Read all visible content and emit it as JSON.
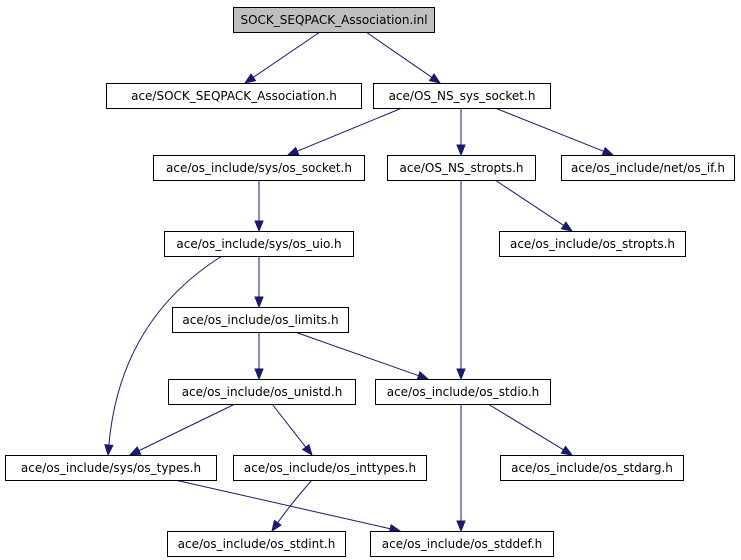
{
  "graph": {
    "nodes": [
      {
        "id": "root",
        "label": "SOCK_SEQPACK_Association.inl",
        "root": true
      },
      {
        "id": "assoc_h",
        "label": "ace/SOCK_SEQPACK_Association.h"
      },
      {
        "id": "os_ns_sys_socket",
        "label": "ace/OS_NS_sys_socket.h"
      },
      {
        "id": "sys_os_socket",
        "label": "ace/os_include/sys/os_socket.h"
      },
      {
        "id": "os_ns_stropts",
        "label": "ace/OS_NS_stropts.h"
      },
      {
        "id": "net_os_if",
        "label": "ace/os_include/net/os_if.h"
      },
      {
        "id": "sys_os_uio",
        "label": "ace/os_include/sys/os_uio.h"
      },
      {
        "id": "os_stropts",
        "label": "ace/os_include/os_stropts.h"
      },
      {
        "id": "os_limits",
        "label": "ace/os_include/os_limits.h"
      },
      {
        "id": "os_unistd",
        "label": "ace/os_include/os_unistd.h"
      },
      {
        "id": "os_stdio",
        "label": "ace/os_include/os_stdio.h"
      },
      {
        "id": "sys_os_types",
        "label": "ace/os_include/sys/os_types.h"
      },
      {
        "id": "os_inttypes",
        "label": "ace/os_include/os_inttypes.h"
      },
      {
        "id": "os_stdarg",
        "label": "ace/os_include/os_stdarg.h"
      },
      {
        "id": "os_stdint",
        "label": "ace/os_include/os_stdint.h"
      },
      {
        "id": "os_stddef",
        "label": "ace/os_include/os_stddef.h"
      }
    ],
    "edges": [
      {
        "from": "root",
        "to": "assoc_h"
      },
      {
        "from": "root",
        "to": "os_ns_sys_socket"
      },
      {
        "from": "os_ns_sys_socket",
        "to": "sys_os_socket"
      },
      {
        "from": "os_ns_sys_socket",
        "to": "os_ns_stropts"
      },
      {
        "from": "os_ns_sys_socket",
        "to": "net_os_if"
      },
      {
        "from": "sys_os_socket",
        "to": "sys_os_uio"
      },
      {
        "from": "os_ns_stropts",
        "to": "os_stropts"
      },
      {
        "from": "os_ns_stropts",
        "to": "os_stdio"
      },
      {
        "from": "sys_os_uio",
        "to": "os_limits"
      },
      {
        "from": "sys_os_uio",
        "to": "sys_os_types"
      },
      {
        "from": "os_limits",
        "to": "os_unistd"
      },
      {
        "from": "os_limits",
        "to": "os_stdio"
      },
      {
        "from": "os_unistd",
        "to": "sys_os_types"
      },
      {
        "from": "os_unistd",
        "to": "os_inttypes"
      },
      {
        "from": "os_stdio",
        "to": "os_stdarg"
      },
      {
        "from": "os_stdio",
        "to": "os_stddef"
      },
      {
        "from": "sys_os_types",
        "to": "os_stddef"
      },
      {
        "from": "os_inttypes",
        "to": "os_stdint"
      }
    ],
    "colors": {
      "edge": "#191970",
      "root_fill": "#bfbfbf",
      "node_fill": "#ffffff",
      "node_border": "#000000"
    }
  }
}
